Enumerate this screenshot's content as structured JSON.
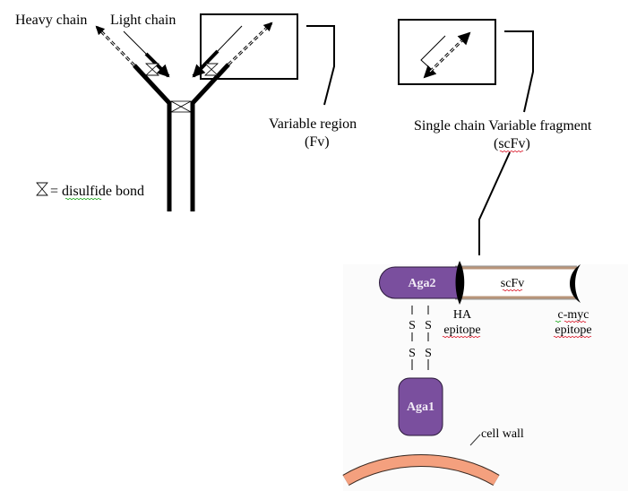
{
  "antibody": {
    "heavy_chain_label": "Heavy chain",
    "light_chain_label": "Light chain",
    "legend_text": "= disulfide bond",
    "legend_icon": "disulfide-bond-icon"
  },
  "variable_region": {
    "label_line1": "Variable region",
    "label_line2": "(Fv)"
  },
  "scfv_fragment": {
    "label_line1": "Single chain Variable fragment",
    "label_line2": "(scFv)"
  },
  "yeast_display": {
    "aga2_label": "Aga2",
    "scfv_label": "scFv",
    "ha_label_line1": "HA",
    "ha_label_line2": "epitope",
    "cmyc_label_line1": "c-myc",
    "cmyc_label_line2": "epitope",
    "disulfide_s": "S",
    "aga1_label": "Aga1",
    "cell_wall_label": "cell wall"
  },
  "colors": {
    "purple": "#7a4f9e",
    "tan": "#b8957a",
    "salmon": "#f4a07e"
  }
}
